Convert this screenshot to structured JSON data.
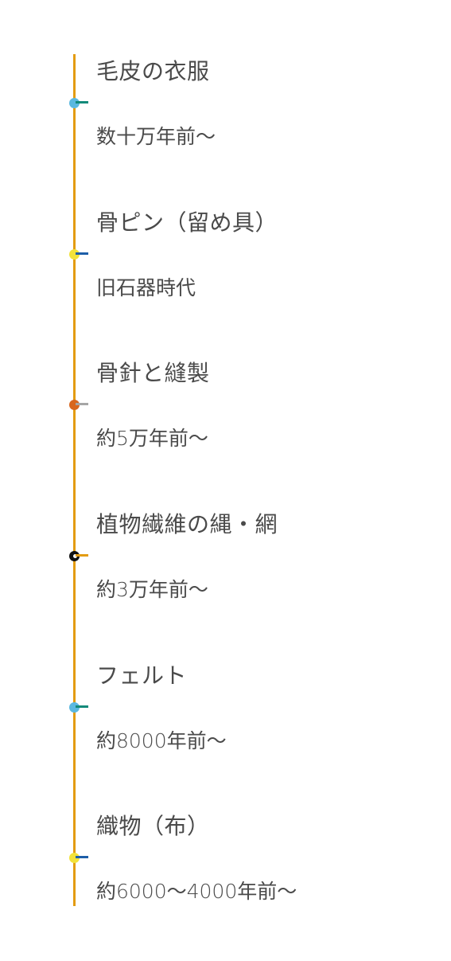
{
  "timeline": {
    "entries": [
      {
        "title": "毛皮の衣服",
        "date": "数十万年前〜",
        "dot_color": "#5bb8e0",
        "tick_color": "#138a7a",
        "dark": false
      },
      {
        "title": "骨ピン（留め具）",
        "date": "旧石器時代",
        "dot_color": "#f2e23a",
        "tick_color": "#1d5ea8",
        "dark": false
      },
      {
        "title": "骨針と縫製",
        "date": "約5万年前〜",
        "dot_color": "#d8661e",
        "tick_color": "#a6a6a6",
        "dark": false
      },
      {
        "title": "植物繊維の縄・網",
        "date": "約3万年前〜",
        "dot_color": "#111111",
        "tick_color": "#e39c12",
        "dark": true
      },
      {
        "title": "フェルト",
        "date": "約8000年前〜",
        "dot_color": "#5bb8e0",
        "tick_color": "#138a7a",
        "dark": false
      },
      {
        "title": "織物（布）",
        "date": "約6000〜4000年前〜",
        "dot_color": "#f2e23a",
        "tick_color": "#1d5ea8",
        "dark": false
      }
    ],
    "line_color": "#e39c12",
    "text_color": "#4a4a4a"
  }
}
